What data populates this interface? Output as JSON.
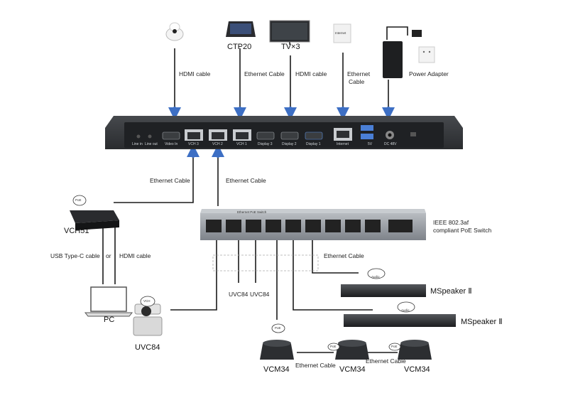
{
  "devices": {
    "ctp20": "CTP20",
    "tv": "TV×3",
    "internet_plate": "Internet",
    "vch51": "VCH51",
    "pc": "PC",
    "uvc84_main": "UVC84",
    "uvc84_a": "UVC84",
    "uvc84_b": "UVC84",
    "vcm34_a": "VCM34",
    "vcm34_b": "VCM34",
    "vcm34_c": "VCM34",
    "mspeaker_a": "MSpeaker Ⅱ",
    "mspeaker_b": "MSpeaker Ⅱ",
    "switch_label": "Ethernet PoE Switch",
    "switch_desc_1": "IEEE 802.3af",
    "switch_desc_2": "compliant PoE Switch"
  },
  "cables": {
    "hdmi_camera": "HDMI cable",
    "eth_ctp20": "Ethernet Cable",
    "hdmi_tv": "HDMI cable",
    "eth_internet_1": "Ethernet",
    "eth_internet_2": "Cable",
    "power": "Power Adapter",
    "eth_vch51": "Ethernet Cable",
    "eth_switch": "Ethernet Cable",
    "usbc": "USB Type-C cable",
    "or": "or",
    "hdmi_pc": "HDMI cable",
    "eth_right": "Ethernet Cable",
    "eth_vcm_1": "Ethernet Cable",
    "eth_vcm_2": "Ethernet Cable"
  },
  "ports": {
    "line_in": "Line in",
    "line_out": "Line out",
    "video_in": "Video In",
    "vch3": "VCH 3",
    "vch2": "VCH 2",
    "vch1": "VCH 1",
    "display3": "Display 3",
    "display2": "Display 2",
    "display1": "Display 1",
    "internet": "Internet",
    "usb": "5V",
    "dc": "DC 48V"
  },
  "badges": {
    "poe": "PoE",
    "audio": "Audio",
    "vcm": "VCH"
  },
  "colors": {
    "hub_body": "#2b2e31",
    "hub_face": "#1f2124",
    "switch_body": "#8a8f95",
    "arrow_blue": "#3d6fc4",
    "cable": "#1a1a1a"
  }
}
